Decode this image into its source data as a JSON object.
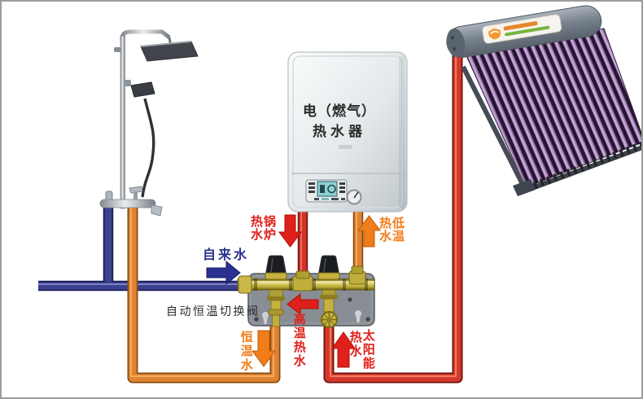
{
  "diagram": {
    "labels": {
      "tap_water": "自来水",
      "boiler_hot_l1": "热锅",
      "boiler_hot_l2": "水炉",
      "low_temp_l1": "热低",
      "low_temp_l2": "水温",
      "auto_valve": "自动恒温切换阀",
      "constant_temp_water": "恒温水",
      "high_temp_water": "高温热水",
      "solar_hot_water": "热水",
      "solar_energy": "太阳能"
    },
    "heater": {
      "title_line1": "电（燃气）",
      "title_line2": "热水器"
    },
    "colors": {
      "cold_blue": "#2a3190",
      "pipe_blue": "#3c418f",
      "bright_red": "#e0201a",
      "pipe_red": "#cf342c",
      "orange": "#f07d1a",
      "pipe_orange": "#e08331",
      "brass": "#c5b23f",
      "plate_gray": "#888e94",
      "tube_violet": "#c6a2d8",
      "tank_gray": "#8d97a1"
    }
  }
}
